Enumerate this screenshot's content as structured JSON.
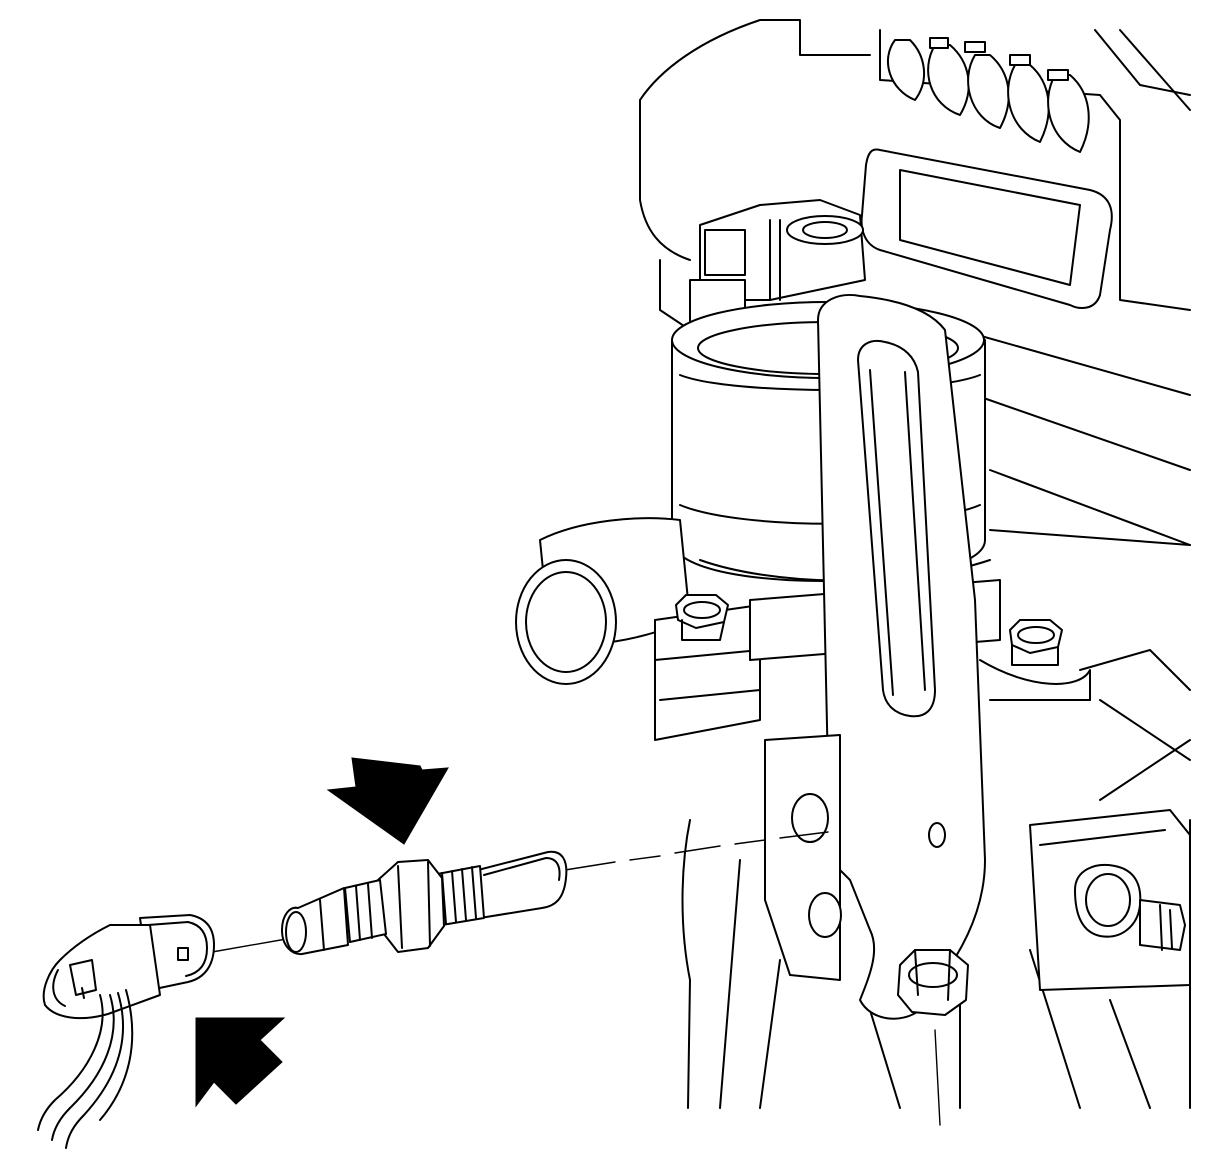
{
  "figure": {
    "description_text": "",
    "callout_arrows": [
      {
        "id": "upper-arrow",
        "points_to": "sensor-body"
      },
      {
        "id": "lower-arrow",
        "points_to": "connector"
      }
    ],
    "colors": {
      "line": "#000000",
      "background": "#ffffff",
      "arrow": "#000000"
    }
  }
}
